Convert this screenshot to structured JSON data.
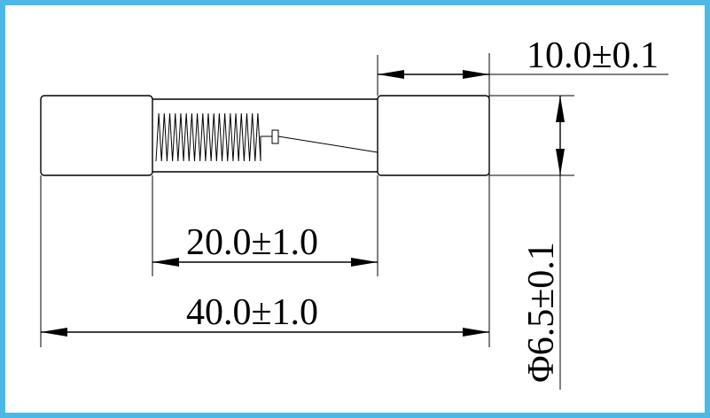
{
  "colors": {
    "border": "#4cb8e8",
    "background": "#ffffff",
    "line": "#000000"
  },
  "dimensions": {
    "cap_length": "10.0±0.1",
    "inner_length": "20.0±1.0",
    "total_length": "40.0±1.0",
    "diameter": "Φ6.5±0.1"
  }
}
